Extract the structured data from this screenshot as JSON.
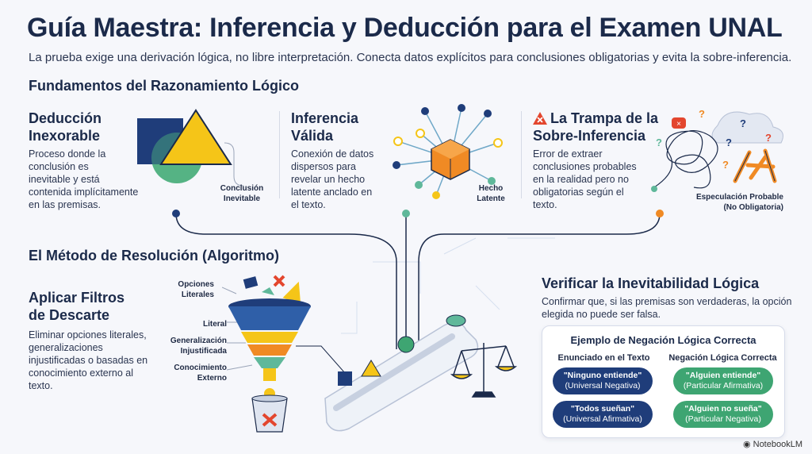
{
  "header": {
    "title": "Guía Maestra: Inferencia y Deducción para el Examen UNAL",
    "subtitle": "La prueba exige una derivación lógica, no libre interpretación. Conecta datos explícitos para conclusiones obligatorias y evita la sobre-inferencia."
  },
  "fundamentos": {
    "heading": "Fundamentos del Razonamiento Lógico",
    "deduccion": {
      "title_line1": "Deducción",
      "title_line2": "Inexorable",
      "body": [
        "Proceso donde la",
        "conclusión es",
        "inevitable y está",
        "contenida implícitamente",
        "en las premisas."
      ],
      "label_line1": "Conclusión",
      "label_line2": "Inevitable"
    },
    "inferencia": {
      "title_line1": "Inferencia",
      "title_line2": "Válida",
      "body": [
        "Conexión de datos",
        "dispersos para",
        "revelar un hecho",
        "latente anclado en",
        "el texto."
      ],
      "label_line1": "Hecho",
      "label_line2": "Latente"
    },
    "trampa": {
      "title_line1": "La Trampa de la",
      "title_line2": "Sobre-Inferencia",
      "body": [
        "Error de extraer",
        "conclusiones probables",
        "en la realidad pero no",
        "obligatorias según el",
        "texto."
      ],
      "label_line1": "Especulación Probable",
      "label_line2": "(No Obligatoria)"
    }
  },
  "metodo": {
    "heading": "El Método de Resolución (Algoritmo)",
    "filtros": {
      "title_line1": "Aplicar Filtros",
      "title_line2": "de Descarte",
      "body": [
        "Eliminar opciones literales,",
        "generalizaciones",
        "injustificadas o basadas en",
        "conocimiento externo al",
        "texto."
      ],
      "funnel_labels": [
        [
          "Opciones",
          "Literales"
        ],
        [
          "Literal"
        ],
        [
          "Generalización",
          "Injustificada"
        ],
        [
          "Conocimiento",
          "Externo"
        ]
      ]
    },
    "verificar": {
      "title": "Verificar la Inevitabilidad Lógica",
      "body": [
        "Confirmar que, si las premisas son verdaderas, la opción",
        "elegida no puede ser falsa."
      ]
    },
    "ejemplo": {
      "title": "Ejemplo de Negación Lógica Correcta",
      "col_left": "Enunciado en el Texto",
      "col_right": "Negación Lógica Correcta",
      "rows": [
        {
          "left_main": "\"Ninguno entiende\"",
          "left_sub": "(Universal Negativa)",
          "right_main": "\"Alguien entiende\"",
          "right_sub": "(Particular Afirmativa)"
        },
        {
          "left_main": "\"Todos sueñan\"",
          "left_sub": "(Universal Afirmativa)",
          "right_main": "\"Alguien no sueña\"",
          "right_sub": "(Particular Negativa)"
        }
      ]
    }
  },
  "brand": "NotebookLM",
  "colors": {
    "navy": "#1b2a4a",
    "blue": "#1f3d7a",
    "green": "#3ea572",
    "orange": "#f08a24",
    "yellow": "#f5c518",
    "red": "#e3462e"
  }
}
